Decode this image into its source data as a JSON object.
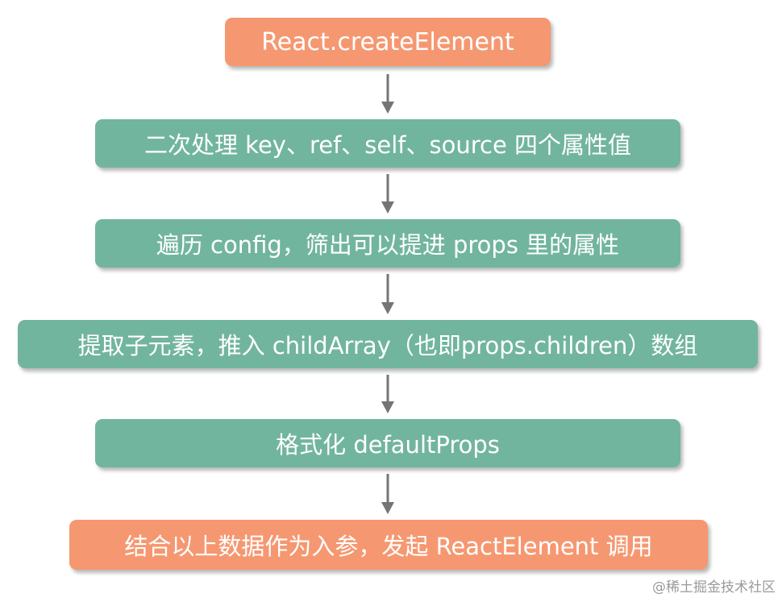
{
  "nodes": [
    {
      "label": "React.createElement",
      "color": "#f59871"
    },
    {
      "label": "二次处理 key、ref、self、source 四个属性值",
      "color": "#72b59f"
    },
    {
      "label": "遍历 config，筛出可以提进 props 里的属性",
      "color": "#72b59f"
    },
    {
      "label": "提取子元素，推入 childArray（也即props.children）数组",
      "color": "#72b59f"
    },
    {
      "label": "格式化 defaultProps",
      "color": "#72b59f"
    },
    {
      "label": "结合以上数据作为入参，发起 ReactElement 调用",
      "color": "#f59871"
    }
  ],
  "edges": [
    {
      "from": 0,
      "to": 1
    },
    {
      "from": 1,
      "to": 2
    },
    {
      "from": 2,
      "to": 3
    },
    {
      "from": 3,
      "to": 4
    },
    {
      "from": 4,
      "to": 5
    }
  ],
  "arrow_color": "#757575",
  "watermark": "@稀土掘金技术社区"
}
